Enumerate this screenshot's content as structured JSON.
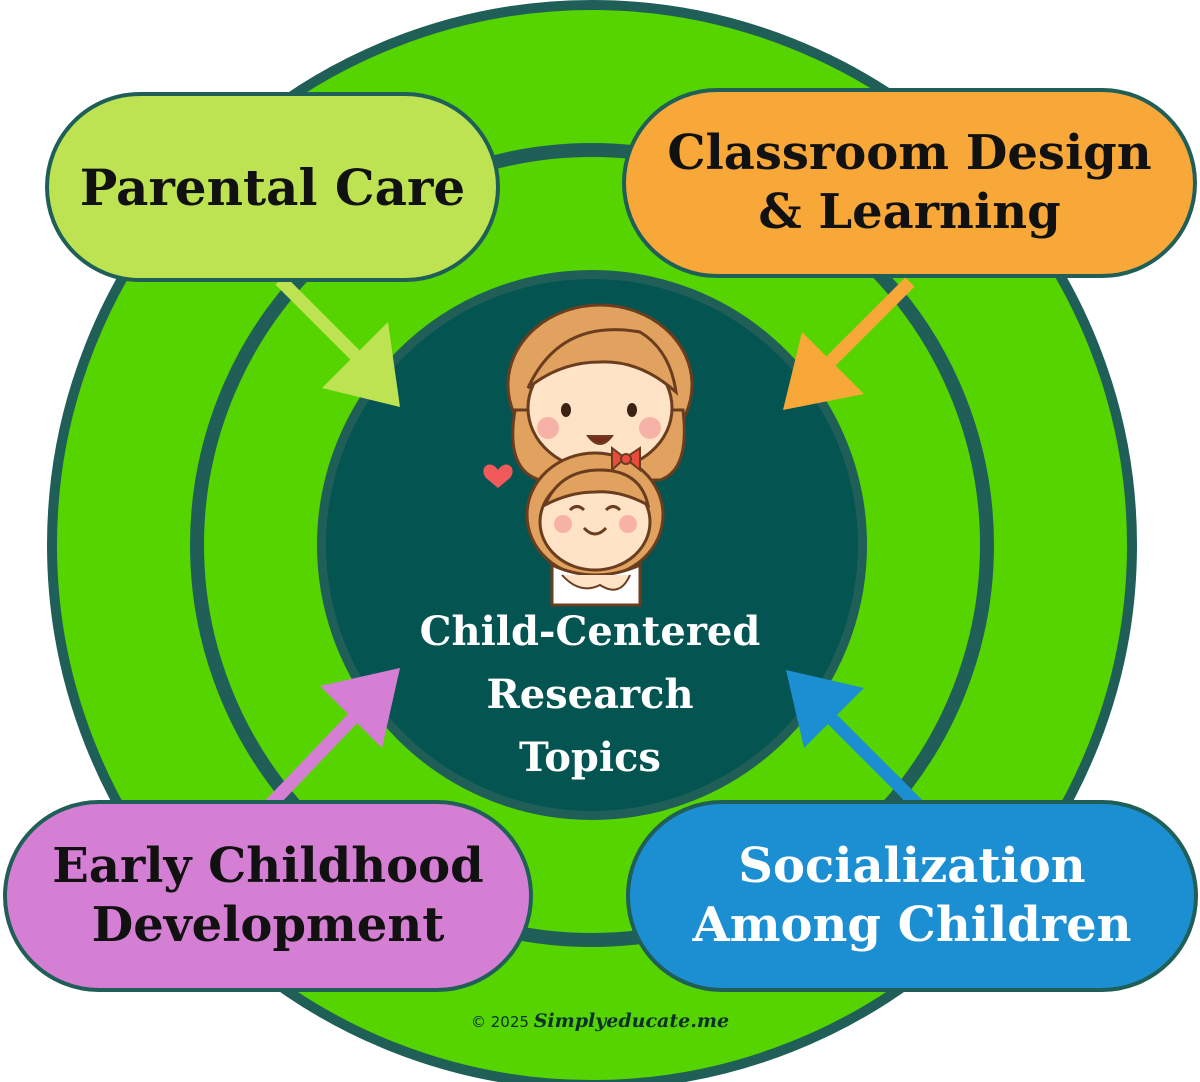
{
  "diagram": {
    "center": {
      "lines": [
        "Child-Centered",
        "Research",
        "Topics"
      ]
    },
    "nodes": [
      {
        "id": "parental",
        "lines": [
          "Parental Care"
        ],
        "color": "#bde352"
      },
      {
        "id": "classroom",
        "lines": [
          "Classroom Design",
          "& Learning"
        ],
        "color": "#f7a838"
      },
      {
        "id": "early",
        "lines": [
          "Early Childhood",
          "Development"
        ],
        "color": "#d57fd4"
      },
      {
        "id": "social",
        "lines": [
          "Socialization",
          "Among Children"
        ],
        "color": "#1c8fd2"
      }
    ],
    "colors": {
      "ring_green": "#55d400",
      "ring_dark": "#1f5f58",
      "core": "#045452"
    },
    "illustration": "mother-and-child-hug-icon"
  },
  "footer": {
    "copyright": "© 2025",
    "brand": "Simplyeducate.me"
  }
}
